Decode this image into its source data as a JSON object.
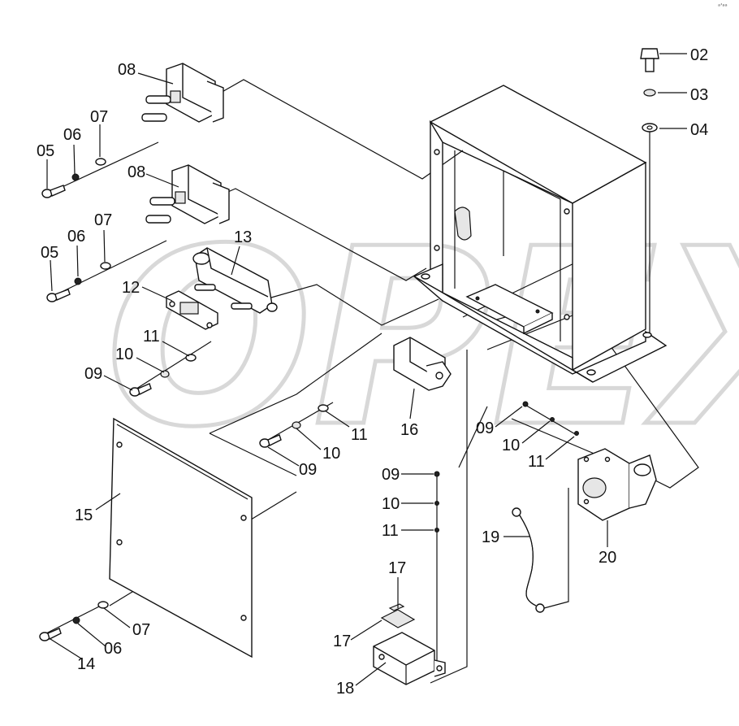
{
  "watermark": "OPEX",
  "corner_mark": "ᵃ'ᵃᵃ",
  "parts": [
    {
      "id": "label-02",
      "text": "02"
    },
    {
      "id": "label-03",
      "text": "03"
    },
    {
      "id": "label-04",
      "text": "04"
    },
    {
      "id": "label-08a",
      "text": "08"
    },
    {
      "id": "label-08b",
      "text": "08"
    },
    {
      "id": "label-05a",
      "text": "05"
    },
    {
      "id": "label-06a",
      "text": "06"
    },
    {
      "id": "label-07a",
      "text": "07"
    },
    {
      "id": "label-05b",
      "text": "05"
    },
    {
      "id": "label-06b",
      "text": "06"
    },
    {
      "id": "label-07b",
      "text": "07"
    },
    {
      "id": "label-13",
      "text": "13"
    },
    {
      "id": "label-12",
      "text": "12"
    },
    {
      "id": "label-11a",
      "text": "11"
    },
    {
      "id": "label-10a",
      "text": "10"
    },
    {
      "id": "label-09a",
      "text": "09"
    },
    {
      "id": "label-16",
      "text": "16"
    },
    {
      "id": "label-11b",
      "text": "11"
    },
    {
      "id": "label-10b",
      "text": "10"
    },
    {
      "id": "label-09b",
      "text": "09"
    },
    {
      "id": "label-09c",
      "text": "09"
    },
    {
      "id": "label-10c",
      "text": "10"
    },
    {
      "id": "label-11c",
      "text": "11"
    },
    {
      "id": "label-09d",
      "text": "09"
    },
    {
      "id": "label-10d",
      "text": "10"
    },
    {
      "id": "label-11d",
      "text": "11"
    },
    {
      "id": "label-15",
      "text": "15"
    },
    {
      "id": "label-07c",
      "text": "07"
    },
    {
      "id": "label-06c",
      "text": "06"
    },
    {
      "id": "label-14",
      "text": "14"
    },
    {
      "id": "label-17a",
      "text": "17"
    },
    {
      "id": "label-17b",
      "text": "17"
    },
    {
      "id": "label-18",
      "text": "18"
    },
    {
      "id": "label-19",
      "text": "19"
    },
    {
      "id": "label-20",
      "text": "20"
    }
  ]
}
